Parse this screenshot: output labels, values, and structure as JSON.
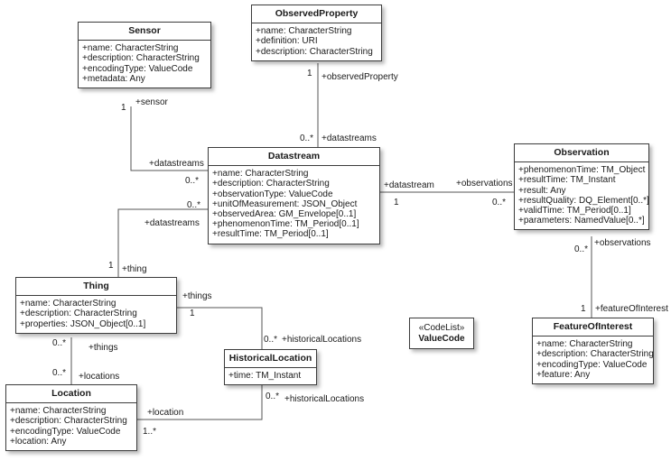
{
  "classes": {
    "sensor": {
      "name": "Sensor",
      "attributes": [
        "+name: CharacterString",
        "+description: CharacterString",
        "+encodingType: ValueCode",
        "+metadata: Any"
      ]
    },
    "observed_property": {
      "name": "ObservedProperty",
      "attributes": [
        "+name: CharacterString",
        "+definition: URI",
        "+description: CharacterString"
      ]
    },
    "datastream": {
      "name": "Datastream",
      "attributes": [
        "+name: CharacterString",
        "+description: CharacterString",
        "+observationType: ValueCode",
        "+unitOfMeasurement: JSON_Object",
        "+observedArea: GM_Envelope[0..1]",
        "+phenomenonTime: TM_Period[0..1]",
        "+resultTime: TM_Period[0..1]"
      ]
    },
    "observation": {
      "name": "Observation",
      "attributes": [
        "+phenomenonTime: TM_Object",
        "+resultTime: TM_Instant",
        "+result: Any",
        "+resultQuality: DQ_Element[0..*]",
        "+validTime: TM_Period[0..1]",
        "+parameters: NamedValue[0..*]"
      ]
    },
    "thing": {
      "name": "Thing",
      "attributes": [
        "+name: CharacterString",
        "+description: CharacterString",
        "+properties: JSON_Object[0..1]"
      ]
    },
    "historical_location": {
      "name": "HistoricalLocation",
      "attributes": [
        "+time: TM_Instant"
      ]
    },
    "location": {
      "name": "Location",
      "attributes": [
        "+name: CharacterString",
        "+description: CharacterString",
        "+encodingType: ValueCode",
        "+location: Any"
      ]
    },
    "feature_of_interest": {
      "name": "FeatureOfInterest",
      "attributes": [
        "+name: CharacterString",
        "+description: CharacterString",
        "+encodingType: ValueCode",
        "+feature: Any"
      ]
    },
    "value_code": {
      "stereotype": "«CodeList»",
      "name": "ValueCode"
    }
  },
  "associations": [
    {
      "id": "sensor_datastream",
      "labels": [
        "+sensor",
        "1",
        "+datastreams",
        "0..*"
      ]
    },
    {
      "id": "observedproperty_datastream",
      "labels": [
        "1",
        "+observedProperty",
        "0..*",
        "+datastreams"
      ]
    },
    {
      "id": "datastream_observation",
      "labels": [
        "+datastream",
        "1",
        "+observations",
        "0..*"
      ]
    },
    {
      "id": "thing_datastream",
      "labels": [
        "0..*",
        "+datastreams",
        "1",
        "+thing"
      ]
    },
    {
      "id": "observation_foi",
      "labels": [
        "0..*",
        "+observations",
        "1",
        "+featureOfInterest"
      ]
    },
    {
      "id": "thing_historicallocation",
      "labels": [
        "+things",
        "1",
        "0..*",
        "+historicalLocations"
      ]
    },
    {
      "id": "thing_location",
      "labels": [
        "0..*",
        "+things",
        "0..*",
        "+locations"
      ]
    },
    {
      "id": "location_historicallocation",
      "labels": [
        "0..*",
        "+historicalLocations",
        "+location",
        "1..*"
      ]
    }
  ]
}
